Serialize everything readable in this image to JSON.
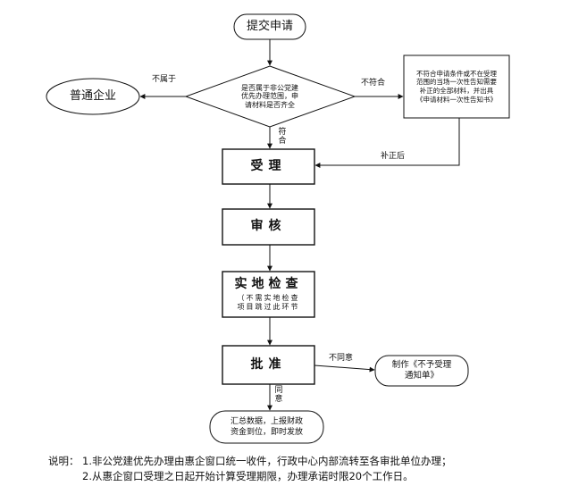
{
  "nodes": {
    "start": "提交申请",
    "decision": [
      "是否属于非公党建",
      "优先办理范围，申",
      "请材料是否齐全"
    ],
    "ordinary": "普通企业",
    "notify": [
      "不符合申请条件或不在受理",
      "范围的当场一次性告知需要",
      "补正的全部材料，并出具",
      "《申请材料一次性告知书》"
    ],
    "accept": "受理",
    "review": "审核",
    "inspect": "实地检查",
    "inspect_note": [
      "（不需实地检查",
      "项目跳过此环节"
    ],
    "approve": "批准",
    "reject": [
      "制作《不予受理",
      "通知单》"
    ],
    "final": [
      "汇总数据，上报财政",
      "资金到位，即时发放"
    ]
  },
  "edges": {
    "not_belong": "不属于",
    "not_conform": "不符合",
    "conform": "符合",
    "after_correction": "补正后",
    "disagree": "不同意",
    "agree": "同意"
  },
  "notes": {
    "label": "说明：",
    "items": [
      "1.非公党建优先办理由惠企窗口统一收件，行政中心内部流转至各审批单位办理；",
      "2.从惠企窗口受理之日起开始计算受理期限，办理承诺时限20个工作日。"
    ]
  }
}
